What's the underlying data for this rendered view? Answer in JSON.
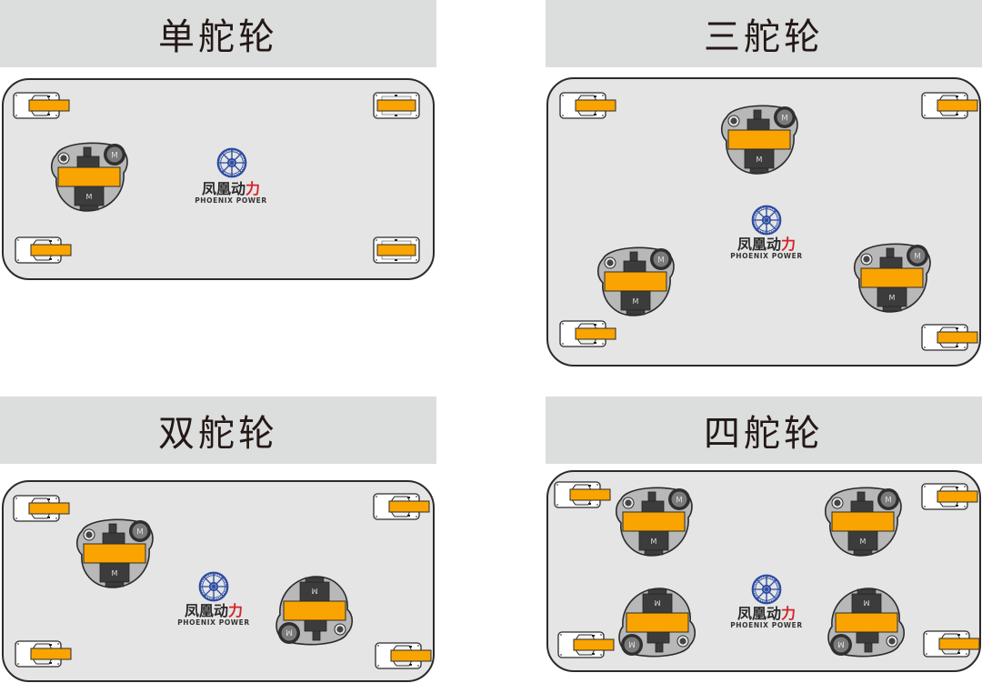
{
  "colors": {
    "header_bg": "#dcdddd",
    "header_text": "#231815",
    "panel_bg": "#e5e5e5",
    "panel_border": "#2b2b2b",
    "wheel_orange": "#f9a400",
    "motor_dark": "#3c3c3c",
    "module_gray": "#b8b8b8",
    "logo_blue": "#2b4aa0",
    "logo_red": "#d4242a"
  },
  "logo": {
    "icon": "wheel-logo-icon",
    "name_cn_a": "凤凰动",
    "name_cn_b": "力",
    "name_en": "PHOENIX POWER"
  },
  "motor_label": "M",
  "sections": [
    {
      "title": "单舵轮",
      "drive_wheel_count": 1,
      "caster_count": 4
    },
    {
      "title": "三舵轮",
      "drive_wheel_count": 3,
      "caster_count": 4
    },
    {
      "title": "双舵轮",
      "drive_wheel_count": 2,
      "caster_count": 4
    },
    {
      "title": "四舵轮",
      "drive_wheel_count": 4,
      "caster_count": 4
    }
  ]
}
